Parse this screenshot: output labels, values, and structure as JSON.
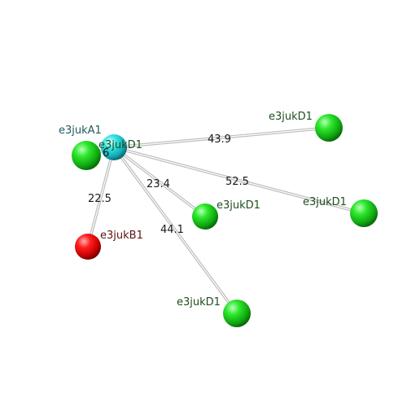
{
  "colors": {
    "background": "#ffffff",
    "bond": "#bdbdbd",
    "green_label": "#1f4f1f",
    "teal_label": "#1f5a5a",
    "red_label": "#5a1414"
  },
  "nodes": [
    {
      "id": "center",
      "label": "e3jukD1",
      "color": "cyan",
      "label_color_key": "green_label"
    },
    {
      "id": "a1",
      "label": "e3jukA1",
      "color": "green",
      "label_color_key": "teal_label"
    },
    {
      "id": "b1",
      "label": "e3jukB1",
      "color": "red",
      "label_color_key": "red_label"
    },
    {
      "id": "d_top",
      "label": "e3jukD1",
      "color": "green",
      "label_color_key": "green_label"
    },
    {
      "id": "d_right",
      "label": "e3jukD1",
      "color": "green",
      "label_color_key": "green_label"
    },
    {
      "id": "d_mid",
      "label": "e3jukD1",
      "color": "green",
      "label_color_key": "green_label"
    },
    {
      "id": "d_bottom",
      "label": "e3jukD1",
      "color": "green",
      "label_color_key": "green_label"
    }
  ],
  "edges": [
    {
      "from": "center",
      "to": "a1",
      "label": "6"
    },
    {
      "from": "center",
      "to": "b1",
      "label": "22.5"
    },
    {
      "from": "center",
      "to": "d_top",
      "label": "43.9"
    },
    {
      "from": "center",
      "to": "d_right",
      "label": "52.5"
    },
    {
      "from": "center",
      "to": "d_mid",
      "label": "23.4"
    },
    {
      "from": "center",
      "to": "d_bottom",
      "label": "44.1"
    }
  ]
}
